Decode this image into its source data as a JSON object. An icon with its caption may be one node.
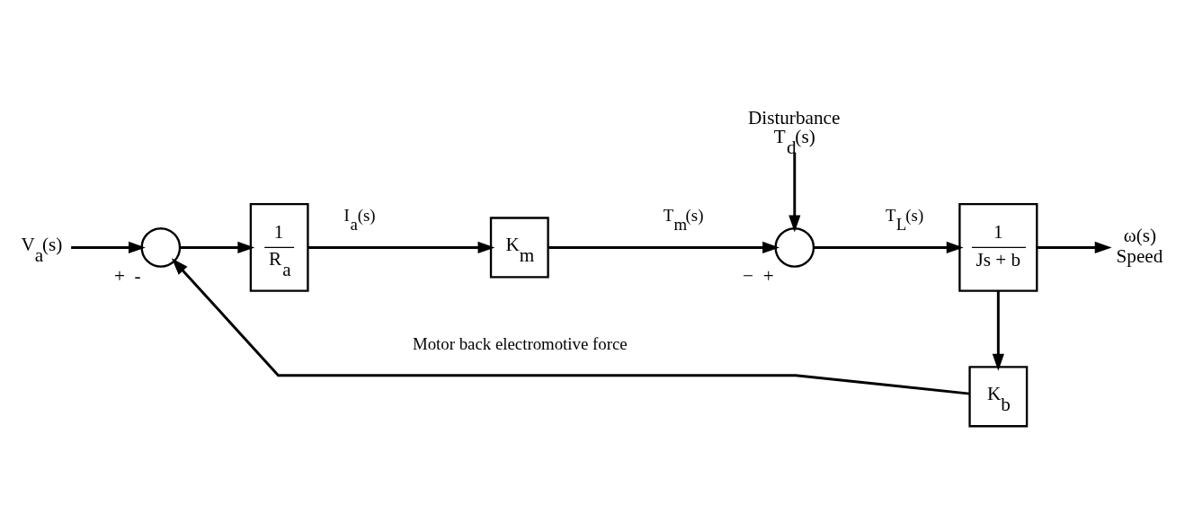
{
  "diagram": {
    "nodes": [
      {
        "text": [
          "V$_{a}$(s)"
        ]
      },
      {
        "text": [],
        "shape": "circle",
        "beside": [
          "+",
          "-"
        ]
      },
      {
        "text": [
          "1",
          "R$_{a}$"
        ]
      },
      {
        "text": [
          "K$_{m}$"
        ]
      },
      {
        "text": [],
        "shape": "circle",
        "beside": [
          "−",
          "+"
        ]
      },
      {
        "text": [
          "1",
          "Js + b"
        ]
      },
      {
        "text": [
          "ω(s)",
          "Speed"
        ]
      },
      {
        "text": [
          "K$_{b}$"
        ]
      },
      {
        "text": [
          "Disturbance",
          "T$_{d}$(s)"
        ]
      }
    ],
    "edges": [
      {
        "from": 0,
        "to": 1,
        "arrow": "to"
      },
      {
        "from": 1,
        "to": 2,
        "arrow": "to"
      },
      {
        "from": 2,
        "to": 3,
        "arrow": "to",
        "label": "I$_{a}$(s)"
      },
      {
        "from": 3,
        "to": 4,
        "arrow": "to",
        "label": "T$_{m}$(s)"
      },
      {
        "from": 8,
        "to": 4,
        "arrow": "to"
      },
      {
        "from": 4,
        "to": 5,
        "arrow": "to",
        "label": "T$_{L}$(s)"
      },
      {
        "from": 5,
        "to": 6,
        "arrow": "to"
      },
      {
        "from": 5,
        "to": 7,
        "arrow": "to"
      },
      {
        "from": 7,
        "to": 1,
        "arrow": "to",
        "label": "Motor back electromotive force"
      }
    ]
  }
}
